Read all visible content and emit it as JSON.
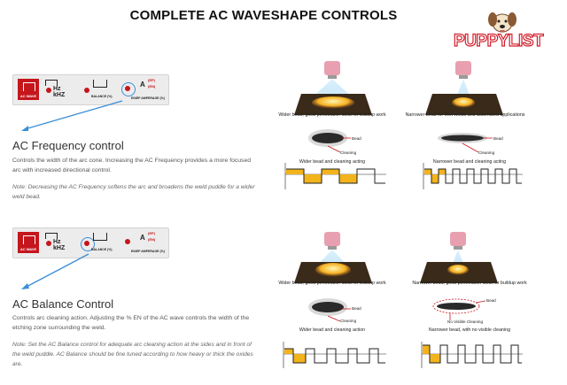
{
  "title": "COMPLETE AC WAVESHAPE CONTROLS",
  "logo": {
    "text": "PUPPYLIST"
  },
  "panel": {
    "ac_wave": "AC WAVE",
    "hz": "Hz",
    "khz": "kHZ",
    "balance": "BALANCE (%)",
    "ep": "(EP)",
    "en": "(EN)",
    "amp": "A",
    "ensc": "EN/EP AMPERAGE (%)"
  },
  "frequency": {
    "heading": "AC Frequency control",
    "body": "Controls the width of the arc cone. Increasing the AC Frequency provides a more focused arc with increased directional control.",
    "note": "Note: Decreasing the AC Frequency softens the arc and broadens the weld puddle for a wider weld bead.",
    "left_caption": "Wider bead, good penetration ideal for buildup work",
    "right_caption": "Narrower bead for fillet welds and automated applications",
    "bead_label": "Bead",
    "cleaning_label": "Cleaning",
    "left_bead_caption": "Wider bead and cleaning acting",
    "right_bead_caption": "Narrower bead and cleaning acting"
  },
  "balance": {
    "heading": "AC Balance Control",
    "body": "Controls arc cleaning action. Adjusting the % EN of the AC wave controls the width of the etching zone surrounding the weld.",
    "note": "Note: Set the AC Balance control for adequate arc cleaning action at the sides and in front of the weld puddle. AC Balance should be fine tuned according to how heavy or thick the oxides are.",
    "left_caption": "Wider bead, good penetration ideal for buildup work",
    "right_caption": "Narrower bead, good penetration ideal for buildup work",
    "bead_label": "Bead",
    "cleaning_label": "Cleaning",
    "no_cleaning_label": "No Visible Cleaning",
    "left_bead_caption": "Wider bead and cleaning action",
    "right_bead_caption": "Narrower bead, with no visible cleaning"
  },
  "colors": {
    "accent_red": "#c4161c",
    "wave_yellow": "#f2b31b",
    "plate_dark": "#3a2a1a",
    "torch_pink": "#e8a0b0",
    "arrow_blue": "#3a8ed8"
  }
}
